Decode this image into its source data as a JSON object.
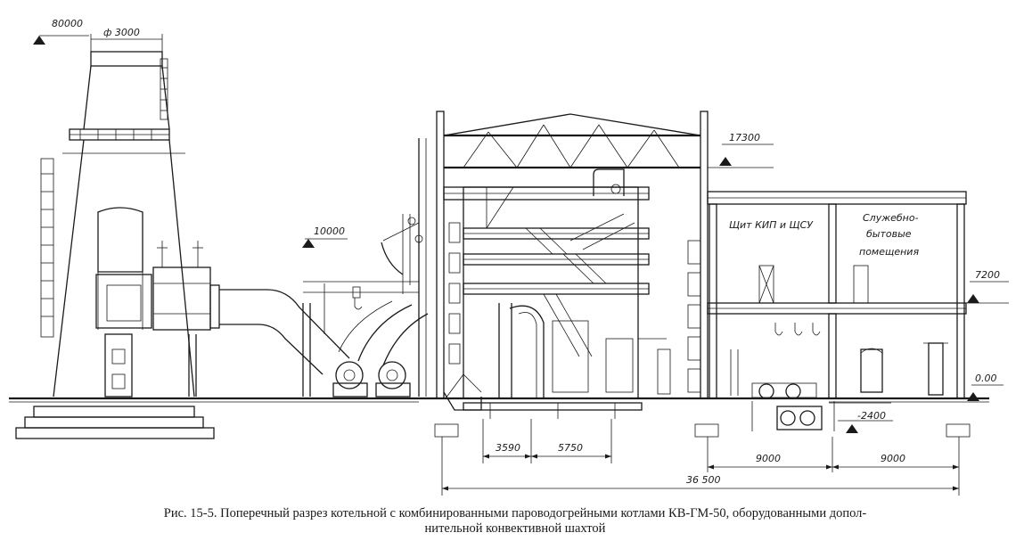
{
  "figure": {
    "elevations": {
      "chimney_top": "80000",
      "roof": "17300",
      "mid_level": "10000",
      "floor_2": "7200",
      "ground": "0.00",
      "basement": "-2400"
    },
    "chimney_diameter": "ф 3000",
    "dimensions": {
      "bay_1": "3590",
      "bay_2": "5750",
      "aux_bay_1": "9000",
      "aux_bay_2": "9000",
      "total": "36 500"
    },
    "room_labels": {
      "control_room": "Щит КИП и ЩСУ",
      "service_line1": "Служебно-",
      "service_line2": "бытовые",
      "service_line3": "помещения"
    }
  },
  "caption": {
    "line1": "Рис. 15-5. Поперечный разрез котельной с комбинированными пароводогрейными котлами КВ-ГМ-50, оборудованными допол-",
    "line2": "нительной конвективной шахтой"
  }
}
